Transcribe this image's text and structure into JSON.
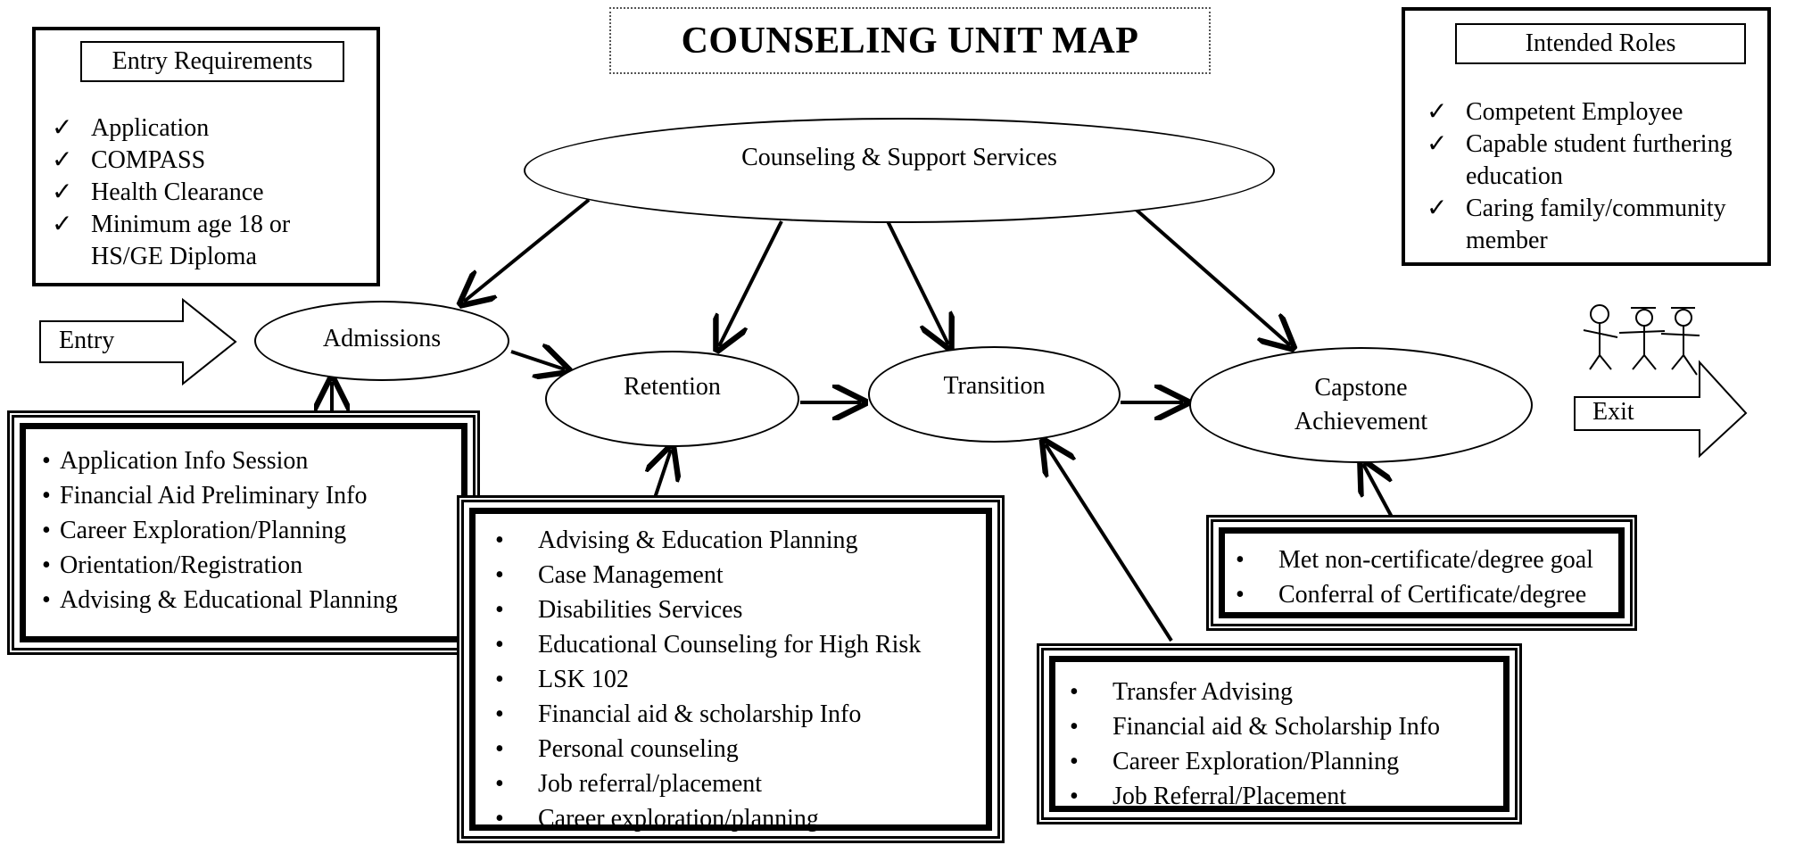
{
  "title": "COUNSELING UNIT MAP",
  "entry_requirements": {
    "heading": "Entry Requirements",
    "items": [
      "Application",
      "COMPASS",
      "Health Clearance",
      "Minimum age 18 or",
      "HS/GE Diploma"
    ]
  },
  "intended_roles": {
    "heading": "Intended Roles",
    "items": [
      "Competent Employee",
      "Capable student furthering",
      "education",
      "Caring family/community",
      "member"
    ]
  },
  "check_mark": "✓",
  "bullet": "•",
  "nodes": {
    "support": "Counseling & Support Services",
    "admissions": "Admissions",
    "retention": "Retention",
    "transition": "Transition",
    "capstone_line1": "Capstone",
    "capstone_line2": "Achievement"
  },
  "entry_label": "Entry",
  "exit_label": "Exit",
  "admissions_services": [
    "Application Info Session",
    "Financial Aid Preliminary Info",
    "Career Exploration/Planning",
    "Orientation/Registration",
    "Advising & Educational Planning"
  ],
  "retention_services": [
    "Advising & Education Planning",
    "Case Management",
    "Disabilities Services",
    "Educational Counseling for High Risk",
    "LSK 102",
    "Financial aid & scholarship Info",
    "Personal counseling",
    "Job referral/placement",
    "Career exploration/planning"
  ],
  "transition_services": [
    "Transfer Advising",
    "Financial aid & Scholarship Info",
    "Career Exploration/Planning",
    "Job Referral/Placement"
  ],
  "capstone_services": [
    "Met non-certificate/degree goal",
    "Conferral of Certificate/degree"
  ],
  "icons": [
    "check-icon",
    "bullet-icon",
    "arrow-icon",
    "stick-figures-icon"
  ]
}
